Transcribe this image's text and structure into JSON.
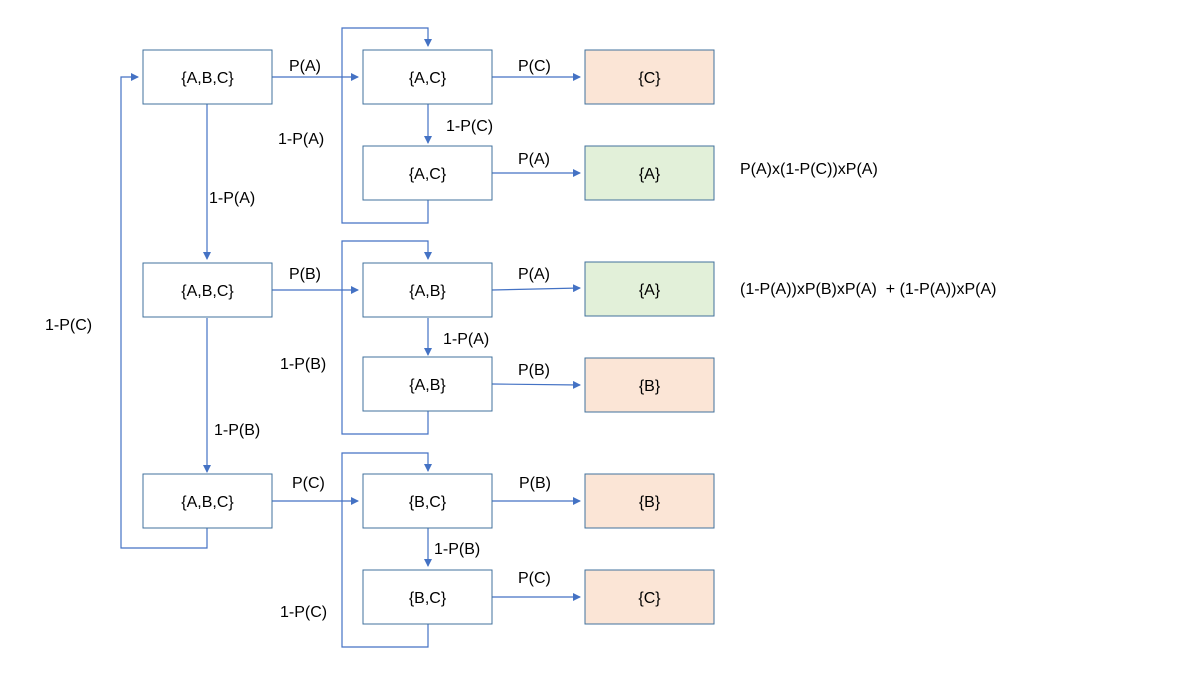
{
  "colors": {
    "box_fill": "#ffffff",
    "box_stroke": "#41719c",
    "arrow": "#4472c4",
    "outcome_lose_fill": "#fbe5d6",
    "outcome_win_fill": "#e2f0d9"
  },
  "nodes": {
    "round1_start": "{A,B,C}",
    "round1_ac_top": "{A,C}",
    "round1_ac_bottom": "{A,C}",
    "round2_start": "{A,B,C}",
    "round2_ab_top": "{A,B}",
    "round2_ab_bottom": "{A,B}",
    "round3_start": "{A,B,C}",
    "round3_bc_top": "{B,C}",
    "round3_bc_bottom": "{B,C}"
  },
  "outcomes": {
    "r1_top": "{C}",
    "r1_bottom": "{A}",
    "r2_top": "{A}",
    "r2_bottom": "{B}",
    "r3_top": "{B}",
    "r3_bottom": "{C}"
  },
  "edge_labels": {
    "r1_to_ac": "P(A)",
    "ac_top_to_c": "P(C)",
    "ac_top_down": "1-P(C)",
    "ac_bottom_to_a": "P(A)",
    "ac_loop": "1-P(A)",
    "r1_to_r2": "1-P(A)",
    "r2_to_ab": "P(B)",
    "ab_top_to_a": "P(A)",
    "ab_top_down": "1-P(A)",
    "ab_bottom_to_b": "P(B)",
    "ab_loop": "1-P(B)",
    "r2_to_r3": "1-P(B)",
    "r3_to_bc": "P(C)",
    "bc_top_to_b": "P(B)",
    "bc_top_down": "1-P(B)",
    "bc_bottom_to_c": "P(C)",
    "bc_loop": "1-P(C)",
    "r3_back_to_r1": "1-P(C)"
  },
  "formulas": {
    "win_a_round1": "P(A)x(1-P(C))xP(A)",
    "win_a_round2": "(1-P(A))xP(B)xP(A)  + (1-P(A))xP(A)"
  }
}
